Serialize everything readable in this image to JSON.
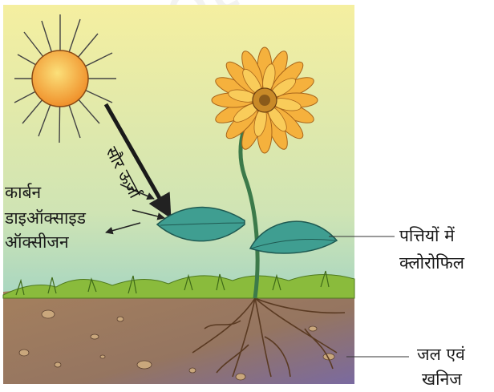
{
  "labels": {
    "solar_energy": "सौर ऊर्जा",
    "carbon_line1": "कार्बन",
    "carbon_line2": "डाइऑक्साइड",
    "oxygen": "ऑक्सीजन",
    "leaves_line1": "पत्तियों में",
    "leaves_line2": "क्लोरोफिल",
    "roots_line1": "जल एवं",
    "roots_line2": "खनिज"
  },
  "watermark": "not to be",
  "colors": {
    "sky_top": "#f5efa0",
    "sky_bottom": "#7ec7cf",
    "sun": "#f6a23a",
    "petal": "#f5b13d",
    "leaf": "#3f9e91",
    "soil": "#9c7a5c",
    "grass": "#8abb3c"
  }
}
